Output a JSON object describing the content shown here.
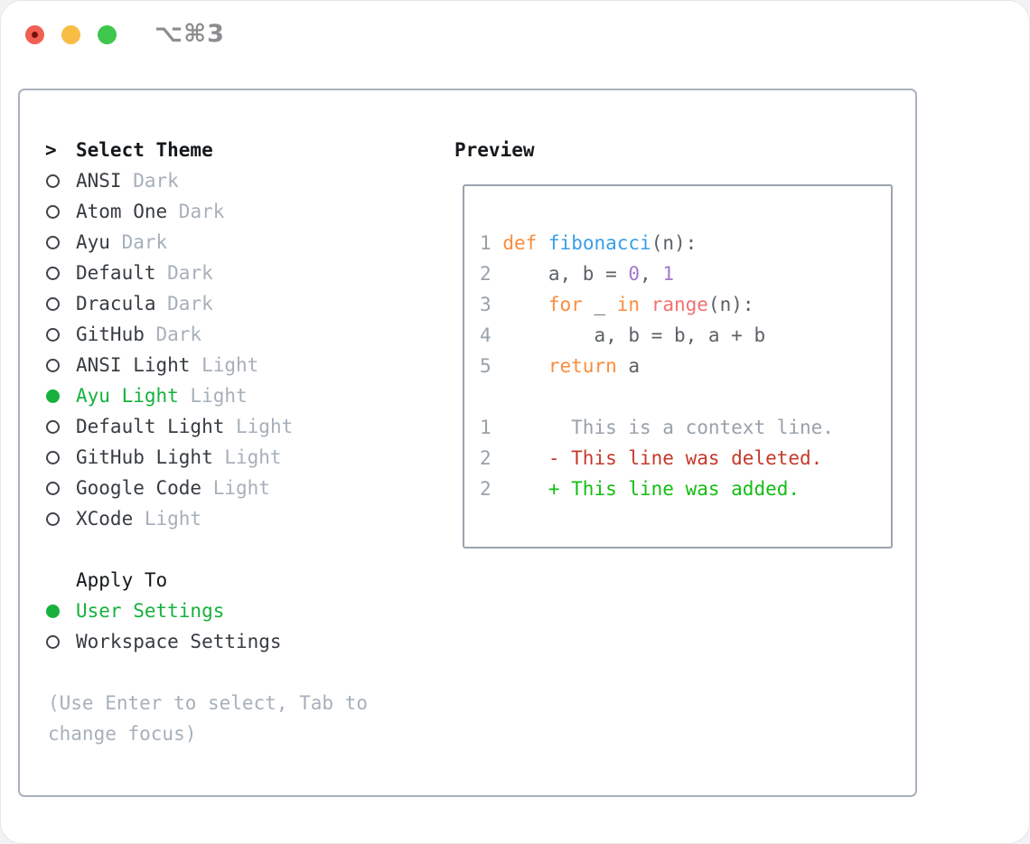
{
  "window": {
    "shortcut": "⌥⌘3"
  },
  "left_panel": {
    "header": {
      "marker": ">",
      "label": "Select Theme"
    },
    "themes": [
      {
        "name": "ANSI",
        "badge": "Dark",
        "selected": false
      },
      {
        "name": "Atom One",
        "badge": "Dark",
        "selected": false
      },
      {
        "name": "Ayu",
        "badge": "Dark",
        "selected": false
      },
      {
        "name": "Default",
        "badge": "Dark",
        "selected": false
      },
      {
        "name": "Dracula",
        "badge": "Dark",
        "selected": false
      },
      {
        "name": "GitHub",
        "badge": "Dark",
        "selected": false
      },
      {
        "name": "ANSI Light",
        "badge": "Light",
        "selected": false
      },
      {
        "name": "Ayu Light",
        "badge": "Light",
        "selected": true
      },
      {
        "name": "Default Light",
        "badge": "Light",
        "selected": false
      },
      {
        "name": "GitHub Light",
        "badge": "Light",
        "selected": false
      },
      {
        "name": "Google Code",
        "badge": "Light",
        "selected": false
      },
      {
        "name": "XCode",
        "badge": "Light",
        "selected": false
      }
    ],
    "apply_to": {
      "label": "Apply To",
      "options": [
        {
          "name": "User Settings",
          "selected": true
        },
        {
          "name": "Workspace Settings",
          "selected": false
        }
      ]
    },
    "hint": "(Use Enter to select, Tab to change focus)"
  },
  "preview": {
    "title": "Preview",
    "lines": [
      [
        {
          "c": "num",
          "t": "1"
        },
        {
          "c": "pl",
          "t": " "
        },
        {
          "c": "kw",
          "t": "def"
        },
        {
          "c": "pl",
          "t": " "
        },
        {
          "c": "fn",
          "t": "fibonacci"
        },
        {
          "c": "pl",
          "t": "(n):"
        }
      ],
      [
        {
          "c": "num",
          "t": "2"
        },
        {
          "c": "pl",
          "t": "     a, b = "
        },
        {
          "c": "cn",
          "t": "0"
        },
        {
          "c": "pl",
          "t": ", "
        },
        {
          "c": "cn",
          "t": "1"
        }
      ],
      [
        {
          "c": "num",
          "t": "3"
        },
        {
          "c": "pl",
          "t": "     "
        },
        {
          "c": "kw",
          "t": "for"
        },
        {
          "c": "pl",
          "t": " _ "
        },
        {
          "c": "kw",
          "t": "in"
        },
        {
          "c": "pl",
          "t": " "
        },
        {
          "c": "sp",
          "t": "range"
        },
        {
          "c": "pl",
          "t": "(n):"
        }
      ],
      [
        {
          "c": "num",
          "t": "4"
        },
        {
          "c": "pl",
          "t": "         a, b = b, a + b"
        }
      ],
      [
        {
          "c": "num",
          "t": "5"
        },
        {
          "c": "pl",
          "t": "     "
        },
        {
          "c": "kw",
          "t": "return"
        },
        {
          "c": "pl",
          "t": " a"
        }
      ],
      [],
      [
        {
          "c": "num",
          "t": "1"
        },
        {
          "c": "ctx",
          "t": "       This is a context line."
        }
      ],
      [
        {
          "c": "num",
          "t": "2"
        },
        {
          "c": "del",
          "t": "     - This line was deleted."
        }
      ],
      [
        {
          "c": "num",
          "t": "2"
        },
        {
          "c": "add",
          "t": "     + This line was added."
        }
      ]
    ]
  },
  "colors": {
    "selection_green": "#17b13c",
    "keyword_orange": "#fa8d3e",
    "function_blue": "#399ee6",
    "constant_purple": "#a37acc",
    "range_coral": "#f07171",
    "deleted_red": "#c5392b",
    "added_green": "#14bd14",
    "muted_gray": "#a7b0ba",
    "traffic_red": "#f15f53",
    "traffic_yellow": "#f7bd45",
    "traffic_green": "#3fc64c"
  }
}
